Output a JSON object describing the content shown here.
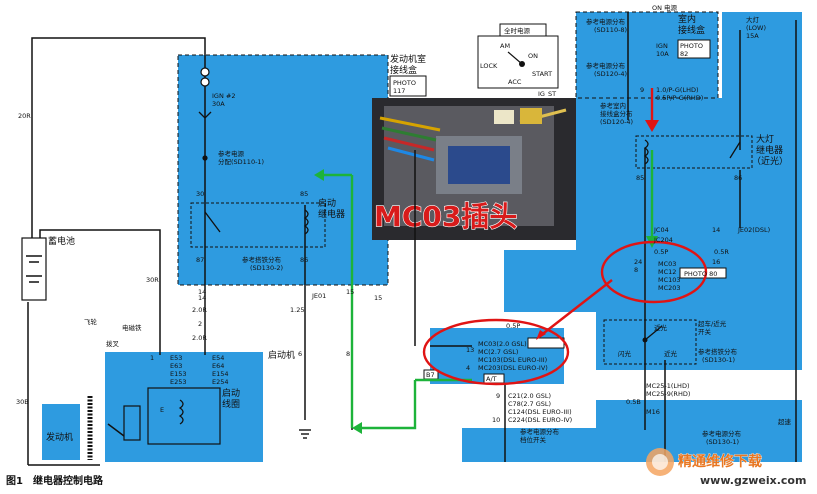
{
  "caption": "图1　继电器控制电路",
  "overlay_label": "MC03插头",
  "watermark": {
    "title": "精通维修下载",
    "url": "www.gzweix.com"
  },
  "top_bar": {
    "hot_all": "全时电源",
    "on_power": "ON 电源"
  },
  "ignition": {
    "lock": "LOCK",
    "on": "ON",
    "start": "START",
    "acc": "ACC",
    "pins": [
      "AM",
      "IG",
      "ST"
    ]
  },
  "engine_box": {
    "title_line1": "发动机室",
    "title_line2": "接线盒",
    "photo": "PHOTO",
    "photo_no": "117",
    "fuse": "IGN #2",
    "fuse_amp": "30A",
    "ref_power_1": "参考电源",
    "ref_power_2": "分配(SD110-1)",
    "ref_ground_1": "参考搭铁分布",
    "ref_ground_2": "(SD130-2)",
    "pins": {
      "p30": "30",
      "p85": "85",
      "p87": "87",
      "p86": "86",
      "p14": "14",
      "p15": "15"
    }
  },
  "start_relay": {
    "line1": "启动",
    "line2": "继电器"
  },
  "indoor_box": {
    "title_line1": "室内",
    "title_line2": "接线盒",
    "photo": "PHOTO",
    "photo_no": "82",
    "ref1_line1": "参考电源分布",
    "ref1_line2": "(SD110-8)",
    "ref2_line1": "参考电源分布",
    "ref2_line2": "(SD120-4)",
    "fuse": "IGN",
    "fuse_amp": "10A",
    "ref3_line1": "参考室内",
    "ref3_line2": "接线盒分布",
    "ref3_line3": "(SD120-4)",
    "pin": "9",
    "wire1": "1.0/P-G(LHD)",
    "wire2": "0.5P/P-G(RHD)"
  },
  "headlamp_fuse": {
    "name": "大灯",
    "sub": "(LOW)",
    "amp": "15A"
  },
  "headlamp_relay": {
    "line1": "大灯",
    "line2": "继电器",
    "line3": "（近光）",
    "pins": {
      "p85": "85",
      "p86": "86"
    }
  },
  "connector_mc": {
    "labels": [
      "MC03",
      "MC12",
      "MC103",
      "MC203"
    ],
    "photo": "PHOTO 80",
    "wires": [
      "JC04",
      "JC204",
      "JE02(DSL)",
      "0.5P",
      "0.5R"
    ],
    "pin_nums": [
      "24",
      "8",
      "14",
      "16"
    ]
  },
  "left_chain": {
    "wire_20r_left": "20R",
    "wire_30r": "30R",
    "wire_30b": "30B",
    "wire_20r_a": "2.0R",
    "wire_20r_b": "2.0R",
    "wire_125": "1.25",
    "je01": "JE01",
    "battery": "蓄电池",
    "fuse_link": "飞轮",
    "motor_label": "启动机",
    "motor_coil_1": "启动",
    "motor_coil_2": "线圈",
    "starter_gear": "电磁铁",
    "fork": "拨叉",
    "engine": "发动机",
    "e_codes_left": [
      "E53",
      "E63",
      "E153",
      "E253"
    ],
    "e_codes_right": [
      "E54",
      "E64",
      "E154",
      "E254"
    ],
    "pins": [
      "14",
      "2",
      "15",
      "1",
      "6",
      "8",
      "E"
    ]
  },
  "connector_mc03": {
    "labels": [
      "MC03(2.0 GSL)",
      "MC(2.7 GSL)",
      "MC103(DSL EURO-III)",
      "MC203(DSL EURO-IV)"
    ],
    "pins": [
      "13",
      "4"
    ],
    "wire": "0.5P",
    "at": "A/T",
    "b7": "B7"
  },
  "lower_codes": {
    "lines": [
      "C21(2.0 GSL)",
      "C78(2.7 GSL)",
      "C124(DSL EURO-III)",
      "C224(DSL EURO-IV)"
    ],
    "pins": [
      "9",
      "10"
    ],
    "ref": "参考电源分布",
    "switch": "档位开关"
  },
  "dimmer": {
    "title_line1": "超车/近光",
    "title_line2": "开关",
    "flash": "闪光",
    "near": "近光",
    "ref": "参考搭铁分布",
    "ref_code": "(SD130-1)",
    "mc_lines": [
      "MC25-1(LHD)",
      "MC25-9(RHD)"
    ],
    "wire": "0.5B",
    "m16": "M16",
    "ref_bottom": "参考电源分布",
    "ref_bottom_code": "(SD130-1)",
    "right_tag": "超速"
  }
}
